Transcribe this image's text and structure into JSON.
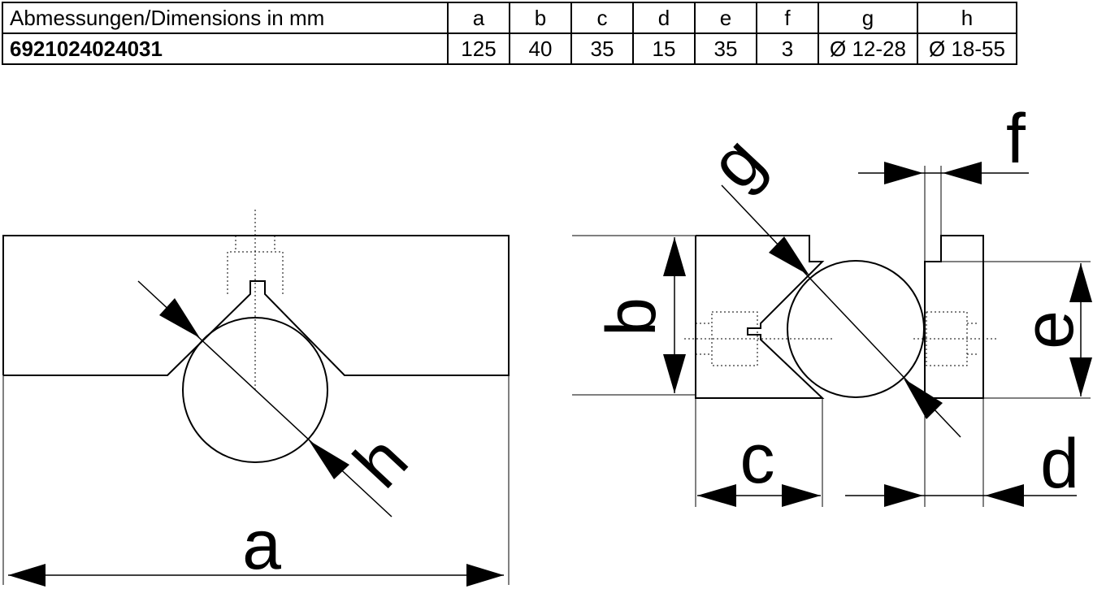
{
  "table": {
    "header_label": "Abmessungen/Dimensions in mm",
    "columns": [
      "a",
      "b",
      "c",
      "d",
      "e",
      "f",
      "g",
      "h"
    ],
    "part_number": "6921024024031",
    "values": [
      "125",
      "40",
      "35",
      "15",
      "35",
      "3",
      "Ø 12-28",
      "Ø 18-55"
    ]
  },
  "drawing": {
    "labels": {
      "a": "a",
      "b": "b",
      "c": "c",
      "d": "d",
      "e": "e",
      "f": "f",
      "g": "g",
      "h": "h"
    }
  }
}
